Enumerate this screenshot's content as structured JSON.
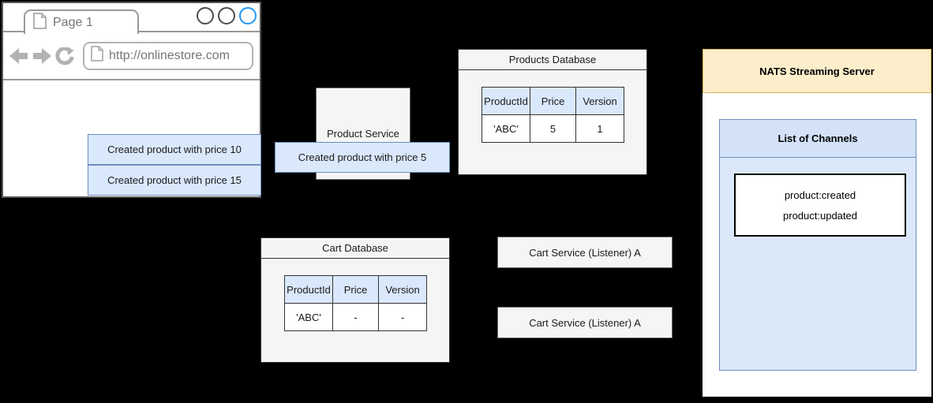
{
  "browser": {
    "tab_title": "Page 1",
    "url": "http://onlinestore.com",
    "events": [
      {
        "label": "Created product with price 10"
      },
      {
        "label": "Created product with price 15"
      }
    ]
  },
  "product_service": {
    "label": "Product Service",
    "event": "Created product with price 5"
  },
  "products_database": {
    "title": "Products Database",
    "table": {
      "headers": [
        "ProductId",
        "Price",
        "Version"
      ],
      "rows": [
        [
          "'ABC'",
          "5",
          "1"
        ]
      ]
    }
  },
  "cart_database": {
    "title": "Cart Database",
    "table": {
      "headers": [
        "ProductId",
        "Price",
        "Version"
      ],
      "rows": [
        [
          "'ABC'",
          "-",
          "-"
        ]
      ]
    }
  },
  "cart_services": [
    {
      "label": "Cart Service (Listener) A"
    },
    {
      "label": "Cart Service (Listener) A"
    }
  ],
  "nats": {
    "title": "NATS Streaming Server",
    "channels_title": "List of Channels",
    "channels": [
      "product:created",
      "product:updated"
    ]
  },
  "colors": {
    "event_fill": "#dae8fc",
    "event_border": "#6c8ebf",
    "panel_fill": "#f5f5f5",
    "nats_header_fill": "#fceecb",
    "nats_header_border": "#d6b656",
    "channels_fill": "#dbe8fa",
    "active_circle": "#2196f3",
    "browser_text": "#757575",
    "background": "#000000"
  }
}
